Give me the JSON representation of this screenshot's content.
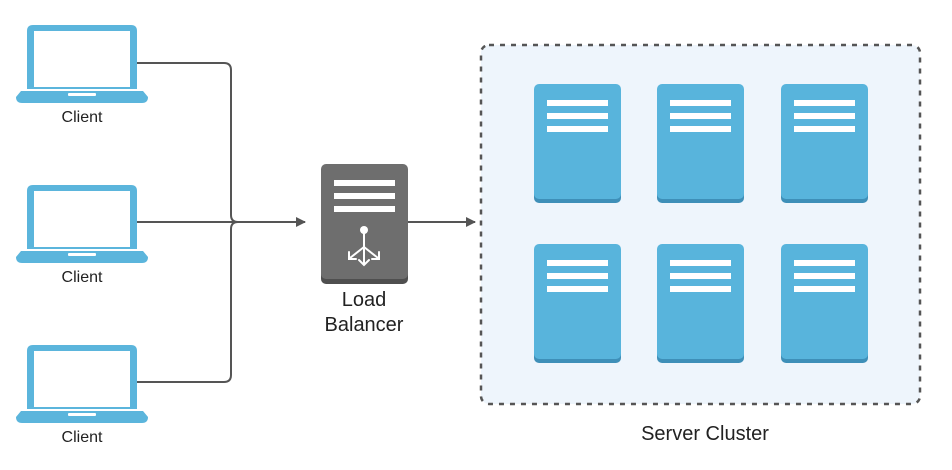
{
  "clients": [
    {
      "label": "Client",
      "icon": "laptop-icon"
    },
    {
      "label": "Client",
      "icon": "laptop-icon"
    },
    {
      "label": "Client",
      "icon": "laptop-icon"
    }
  ],
  "load_balancer": {
    "label_line1": "Load",
    "label_line2": "Balancer",
    "icon": "load-balancer-icon"
  },
  "server_cluster": {
    "label": "Server Cluster",
    "server_count": 6,
    "icon": "server-icon"
  },
  "colors": {
    "client_blue": "#5BB5DC",
    "server_blue": "#58B4DC",
    "server_shadow": "#3E8FB8",
    "lb_gray": "#6E6E6E",
    "lb_shadow": "#4F4F4F",
    "connector": "#555555",
    "cluster_fill": "#EEF5FC",
    "cluster_border": "#555555"
  }
}
